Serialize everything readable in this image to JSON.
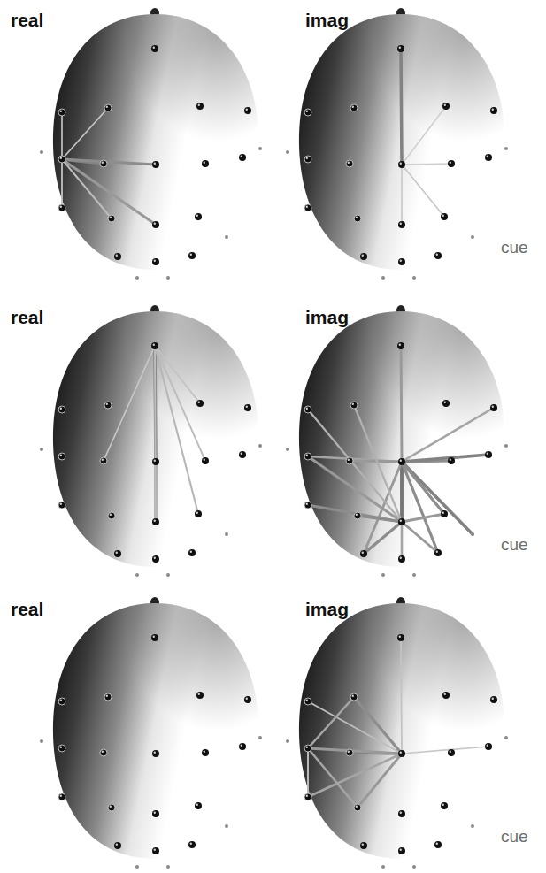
{
  "diagram": {
    "labels": [
      "real",
      "imag",
      "cue",
      "real",
      "imag",
      "cue",
      "real",
      "imag",
      "cue"
    ]
  }
}
